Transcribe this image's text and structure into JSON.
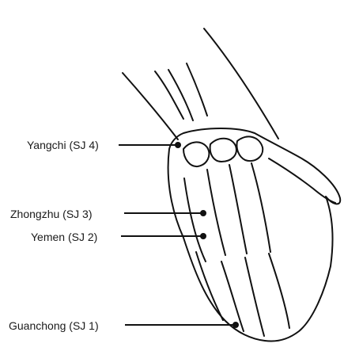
{
  "figure": {
    "points": [
      {
        "label": "Yangchi (SJ 4)"
      },
      {
        "label": "Zhongzhu (SJ 3)"
      },
      {
        "label": "Yemen (SJ 2)"
      },
      {
        "label": "Guanchong (SJ 1)"
      }
    ]
  }
}
